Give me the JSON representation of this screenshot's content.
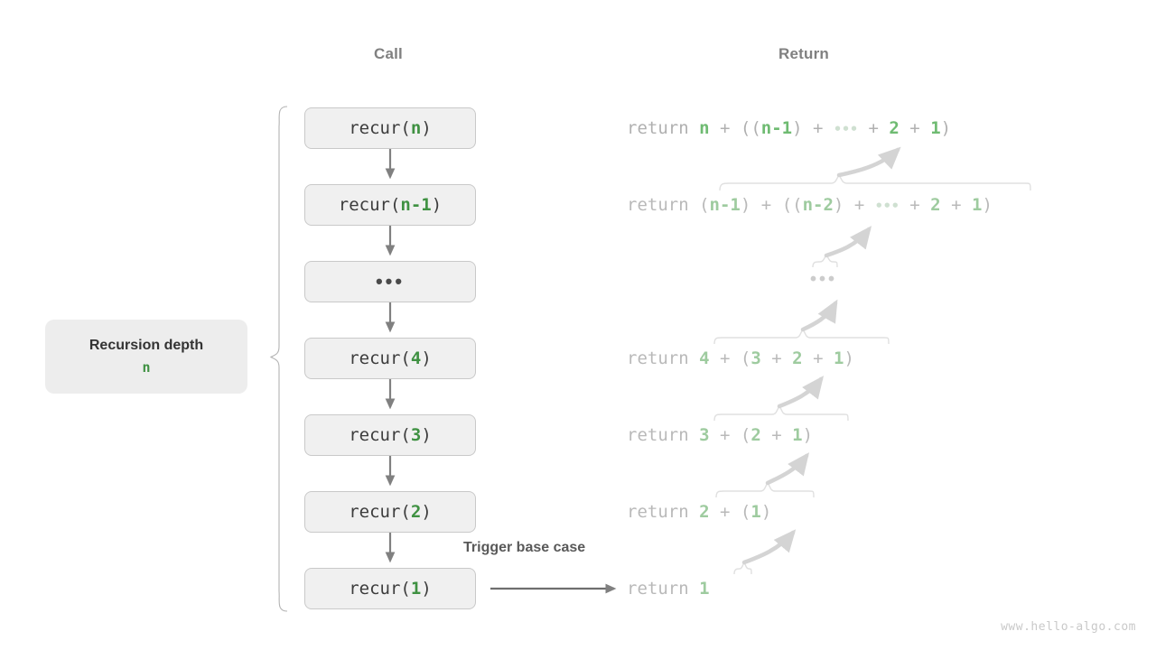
{
  "headers": {
    "call": "Call",
    "return": "Return"
  },
  "depth_label": {
    "title": "Recursion depth",
    "value": "n"
  },
  "trigger_label": "Trigger base case",
  "watermark": "www.hello-algo.com",
  "colors": {
    "green_strong": "#3f9142",
    "green_soft": "#9ecb9f",
    "box_fill": "#f0f0f0",
    "box_border": "#c9c9c9",
    "text_dark": "#3c3c3c",
    "text_gray": "#808080",
    "arrow_gray": "#808080",
    "faint_gray": "#d8d8d8"
  },
  "call_stack": [
    {
      "prefix": "recur(",
      "arg": "n",
      "suffix": ")",
      "kind": "call"
    },
    {
      "prefix": "recur(",
      "arg": "n-1",
      "suffix": ")",
      "kind": "call"
    },
    {
      "prefix": "",
      "arg": "",
      "suffix": "",
      "kind": "ellipsis",
      "text": "•••"
    },
    {
      "prefix": "recur(",
      "arg": "4",
      "suffix": ")",
      "kind": "call"
    },
    {
      "prefix": "recur(",
      "arg": "3",
      "suffix": ")",
      "kind": "call"
    },
    {
      "prefix": "recur(",
      "arg": "2",
      "suffix": ")",
      "kind": "call"
    },
    {
      "prefix": "recur(",
      "arg": "1",
      "suffix": ")",
      "kind": "call"
    }
  ],
  "returns": [
    {
      "keyword": "return",
      "expr": "n + ((n-1) + … + 2 + 1)",
      "level": 1
    },
    {
      "keyword": "return",
      "expr": "(n-1) + ((n-2) + … + 2 + 1)",
      "level": 2
    },
    {
      "keyword": "",
      "expr": "•••",
      "level": 3
    },
    {
      "keyword": "return",
      "expr": "4 + (3 + 2 + 1)",
      "level": 4
    },
    {
      "keyword": "return",
      "expr": "3 + (2 + 1)",
      "level": 5
    },
    {
      "keyword": "return",
      "expr": "2 + (1)",
      "level": 6
    },
    {
      "keyword": "return",
      "expr": "1",
      "level": 7
    }
  ]
}
